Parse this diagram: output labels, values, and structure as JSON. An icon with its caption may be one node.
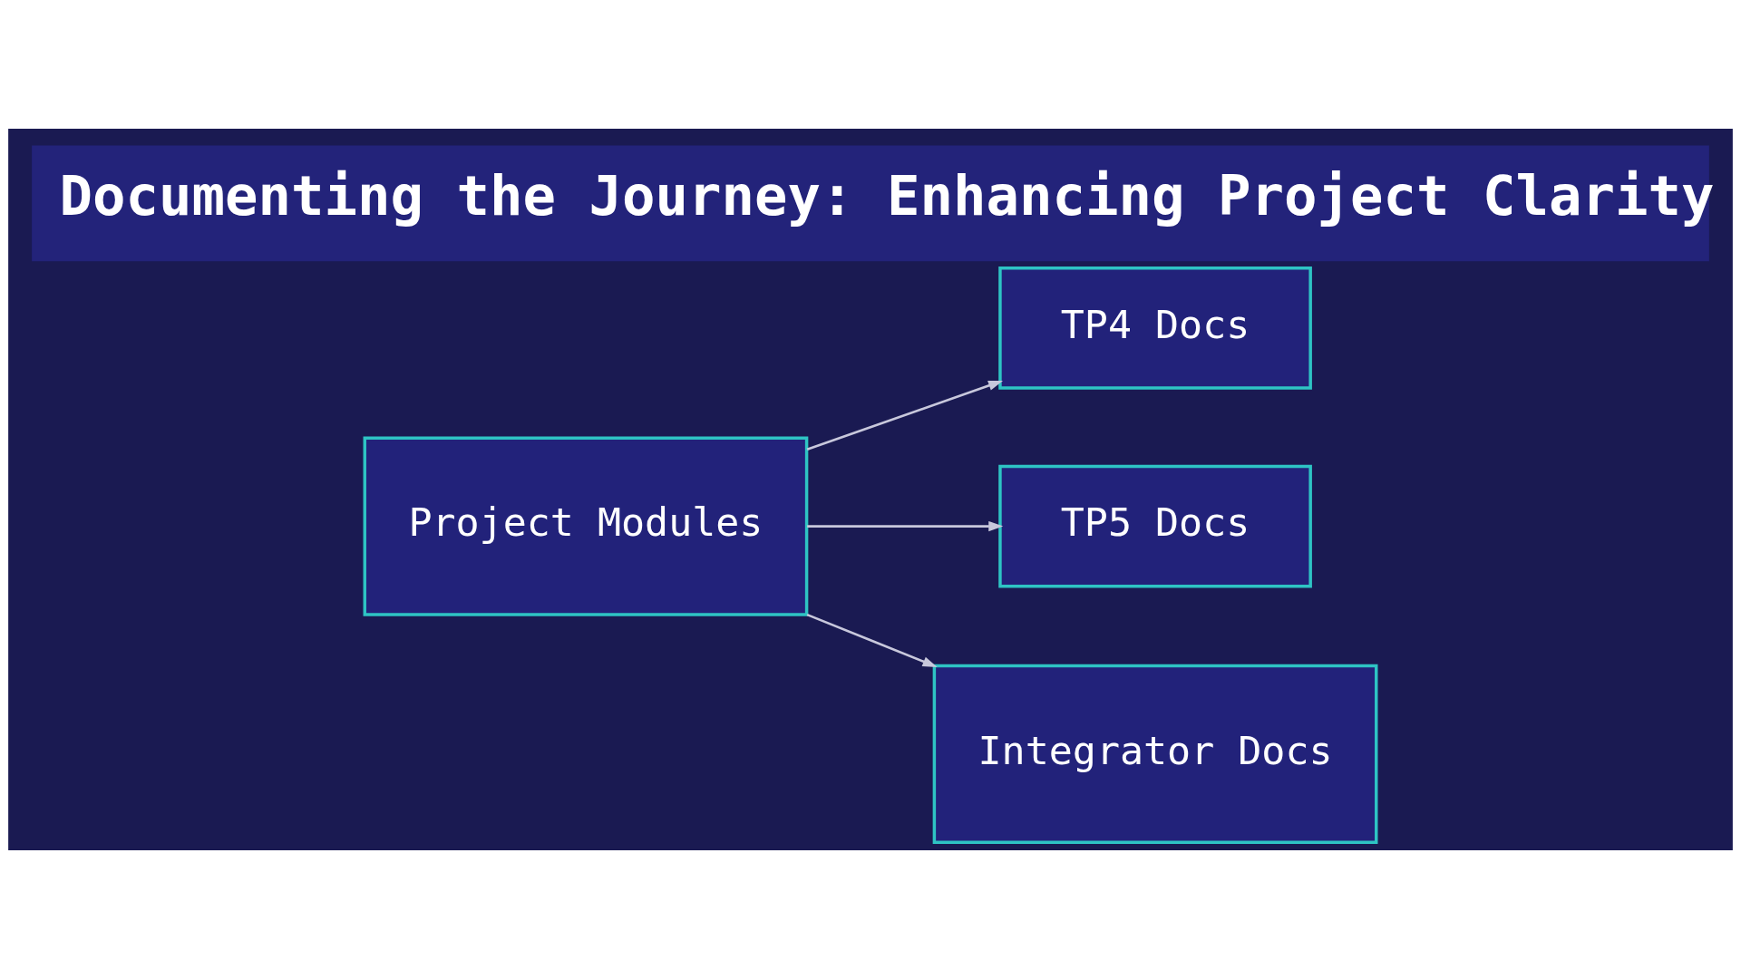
{
  "diagram": {
    "title": "Documenting the Journey: Enhancing Project Clarity",
    "nodes": [
      {
        "text": [
          "Project Modules"
        ]
      },
      {
        "text": [
          "TP4 Docs"
        ]
      },
      {
        "text": [
          "TP5 Docs"
        ]
      },
      {
        "text": [
          "Integrator Docs"
        ]
      }
    ],
    "edges": [
      {
        "from": 0,
        "to": 1,
        "arrow": "to"
      },
      {
        "from": 0,
        "to": 2,
        "arrow": "to"
      },
      {
        "from": 0,
        "to": 3,
        "arrow": "to"
      }
    ]
  }
}
